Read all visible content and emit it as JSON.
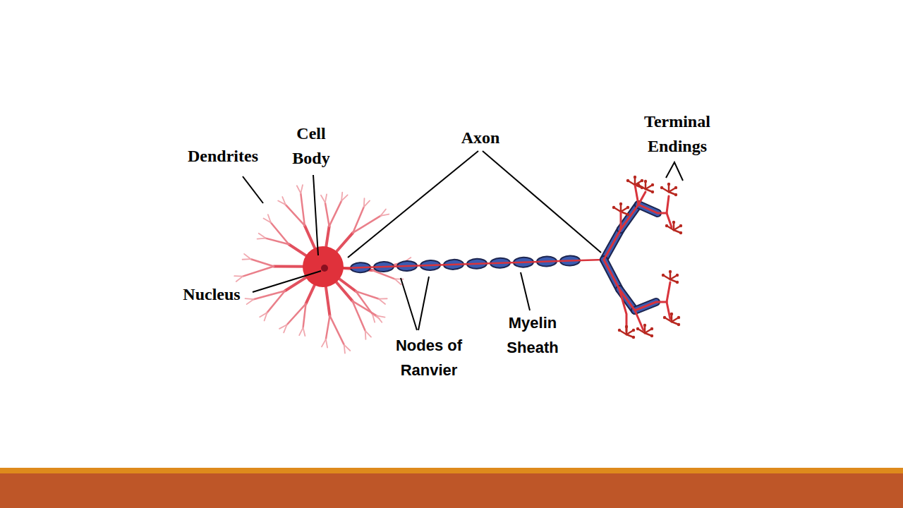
{
  "diagram": {
    "labels": [
      "Dendrites",
      "Cell Body",
      "Axon",
      "Terminal Endings",
      "Nucleus",
      "Nodes of Ranvier",
      "Myelin Sheath"
    ]
  }
}
